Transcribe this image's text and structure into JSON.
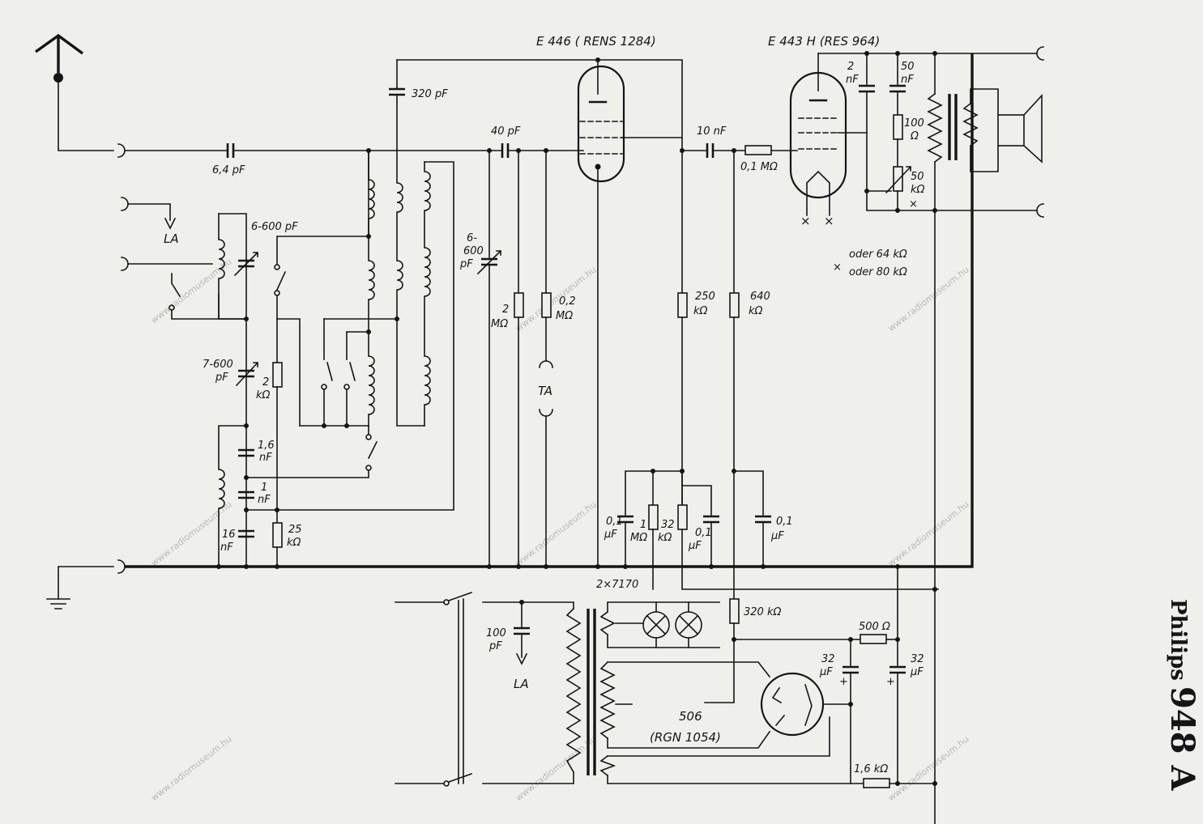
{
  "schematic": {
    "model": "948 A",
    "manufacturer": "Philips",
    "tubes": {
      "detector": "E 446 ( RENS 1284)",
      "output": "E 443 H (RES 964)",
      "rectifier_number": "506",
      "rectifier_type": "(RGN 1054)"
    },
    "labels": {
      "c_antenna": "6,4 pF",
      "c_coupling_top": "320 pF",
      "c_tune1": "6-600 pF",
      "c_grid": "40 pF",
      "c_tune2_a": "6-",
      "c_tune2_b": "600",
      "c_tune2_c": "pF",
      "c_coupling_out": "10 nF",
      "r_grid_out": "0,1 MΩ",
      "c_2nf_a": "2",
      "c_2nf_b": "nF",
      "c_50nf_a": "50",
      "c_50nf_b": "nF",
      "r_100_a": "100",
      "r_100_b": "Ω",
      "pot_50_a": "50",
      "pot_50_b": "kΩ",
      "x_mark": "×",
      "alt1": "oder 64 kΩ",
      "alt2": "oder 80 kΩ",
      "la_top": "LA",
      "la_bottom": "LA",
      "c_7_600_a": "7-600",
      "c_7_600_b": "pF",
      "r_2k_a": "2",
      "r_2k_b": "kΩ",
      "c_1_6_a": "1,6",
      "c_1_6_b": "nF",
      "c_1_a": "1",
      "c_1_b": "nF",
      "c_16_a": "16",
      "c_16_b": "nF",
      "r_25_a": "25",
      "r_25_b": "kΩ",
      "r_2m_a": "2",
      "r_2m_b": "MΩ",
      "r_0_2m_a": "0,2",
      "r_0_2m_b": "MΩ",
      "ta": "TA",
      "r_250_a": "250",
      "r_250_b": "kΩ",
      "r_640_a": "640",
      "r_640_b": "kΩ",
      "c_0_1a_a": "0,1",
      "c_0_1a_b": "μF",
      "r_1m_a": "1",
      "r_1m_b": "MΩ",
      "r_32k_a": "32",
      "r_32k_b": "kΩ",
      "c_0_1b_a": "0,1",
      "c_0_1b_b": "μF",
      "c_0_1c_a": "0,1",
      "c_0_1c_b": "μF",
      "lamps": "2×7170",
      "c_100pf_a": "100",
      "c_100pf_b": "pF",
      "r_320k": "320 kΩ",
      "r_500": "500 Ω",
      "c_32a_a": "32",
      "c_32a_b": "μF",
      "c_32b_a": "32",
      "c_32b_b": "μF",
      "r_1_6k": "1,6 kΩ",
      "plus1": "+",
      "plus2": "+"
    },
    "watermark": "www.radiomuseum.hu"
  }
}
